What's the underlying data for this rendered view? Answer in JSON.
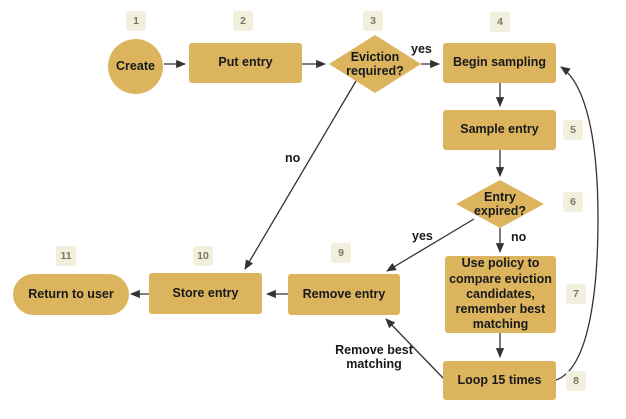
{
  "diagram": {
    "type": "flowchart",
    "colors": {
      "node_fill": "#DDB45E",
      "node_text": "#17191D",
      "badge_bg": "#F2EFDC",
      "badge_text": "#7A7A64",
      "edge_stroke": "#333333",
      "background": "#FFFFFF"
    },
    "nodes": [
      {
        "badge": "1",
        "label": "Create",
        "shape": "circle"
      },
      {
        "badge": "2",
        "label": "Put entry",
        "shape": "rect"
      },
      {
        "badge": "3",
        "label": "Eviction\nrequired?",
        "shape": "diamond"
      },
      {
        "badge": "4",
        "label": "Begin sampling",
        "shape": "rect"
      },
      {
        "badge": "5",
        "label": "Sample entry",
        "shape": "rect"
      },
      {
        "badge": "6",
        "label": "Entry\nexpired?",
        "shape": "diamond"
      },
      {
        "badge": "7",
        "label": "Use policy to\ncompare eviction\ncandidates,\nremember best\nmatching",
        "shape": "rect"
      },
      {
        "badge": "8",
        "label": "Loop 15 times",
        "shape": "rect"
      },
      {
        "badge": "9",
        "label": "Remove entry",
        "shape": "rect"
      },
      {
        "badge": "10",
        "label": "Store entry",
        "shape": "rect"
      },
      {
        "badge": "11",
        "label": "Return to user",
        "shape": "pill"
      }
    ],
    "edges": [
      {
        "from": "Create",
        "to": "Put entry"
      },
      {
        "from": "Put entry",
        "to": "Eviction required?"
      },
      {
        "from": "Eviction required?",
        "to": "Begin sampling",
        "label": "yes"
      },
      {
        "from": "Eviction required?",
        "to": "Store entry",
        "label": "no"
      },
      {
        "from": "Begin sampling",
        "to": "Sample entry"
      },
      {
        "from": "Sample entry",
        "to": "Entry expired?"
      },
      {
        "from": "Entry expired?",
        "to": "Remove entry",
        "label": "yes"
      },
      {
        "from": "Entry expired?",
        "to": "Use policy to compare eviction candidates, remember best matching",
        "label": "no"
      },
      {
        "from": "Use policy to compare eviction candidates, remember best matching",
        "to": "Loop 15 times"
      },
      {
        "from": "Loop 15 times",
        "to": "Remove entry",
        "label": "Remove best\nmatching"
      },
      {
        "from": "Loop 15 times",
        "to": "Begin sampling"
      },
      {
        "from": "Remove entry",
        "to": "Store entry"
      },
      {
        "from": "Store entry",
        "to": "Return to user"
      }
    ],
    "edge_labels": {
      "eviction_yes": "yes",
      "eviction_no": "no",
      "expired_yes": "yes",
      "expired_no": "no",
      "loop_remove": "Remove best\nmatching"
    }
  }
}
